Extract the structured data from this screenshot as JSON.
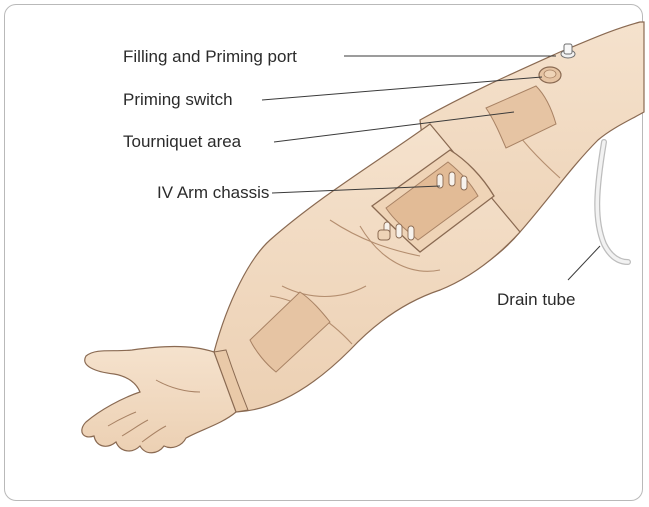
{
  "labels": {
    "filling_port": "Filling and Priming port",
    "priming_switch": "Priming switch",
    "tourniquet_area": "Tourniquet area",
    "iv_chassis": "IV Arm chassis",
    "drain_tube": "Drain tube"
  },
  "colors": {
    "skin": "#f3dcc3",
    "skin_shadow": "#e4c2a2",
    "skin_dark": "#d9b08c",
    "outline": "#8a6a52",
    "leader": "#3a3a3a",
    "tube": "#e6e6e6"
  }
}
